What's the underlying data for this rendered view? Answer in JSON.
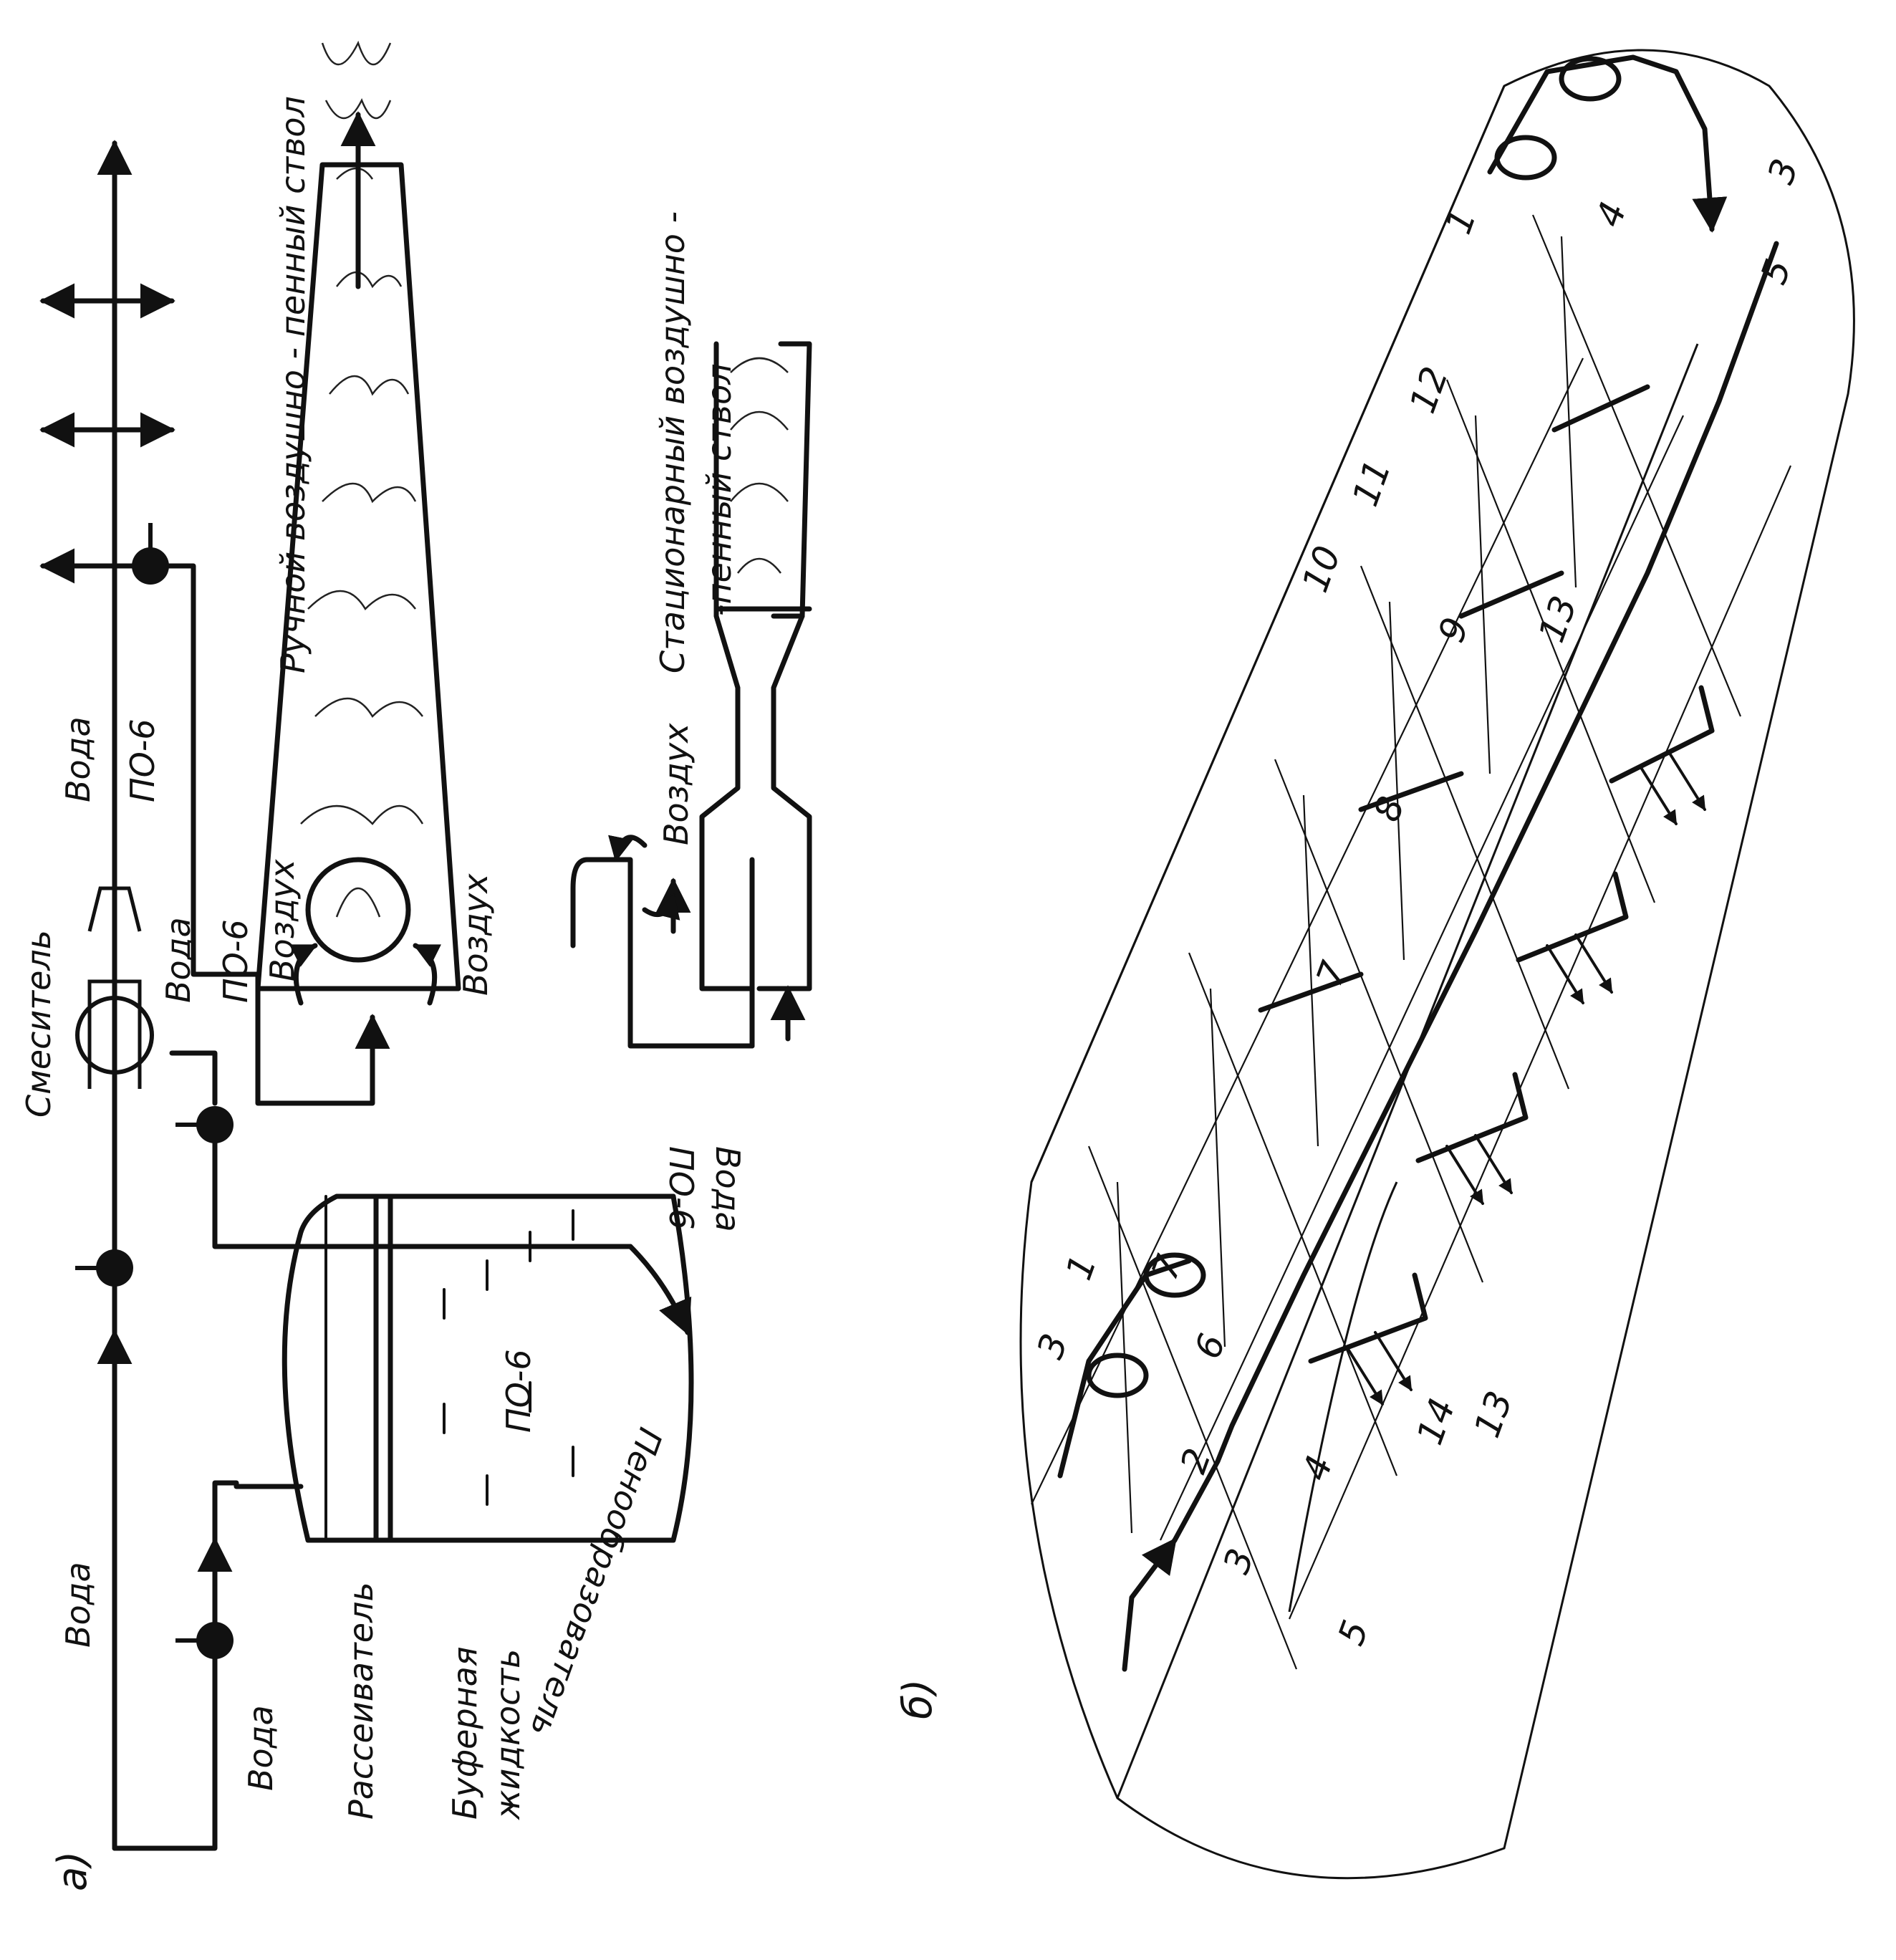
{
  "figure": {
    "panel_a": {
      "label": "а)",
      "water_main": "Вода",
      "water_branch": "Вода",
      "mixer": "Смеситель",
      "water_after_mixer": "Вода",
      "po6_after_mixer": "ПО-6",
      "sprayer": "Рассеиватель",
      "buffer_liquid_line1": "Буферная",
      "buffer_liquid_line2": "жидкость",
      "tank_content": "ПО-6",
      "foam_agent": "Пенообразователь",
      "hand_water": "Вода",
      "hand_po6": "ПО-6",
      "hand_air_1": "Воздух",
      "hand_air_2": "Воздух",
      "hand_nozzle": "Ручной воздушно - пенный ствол",
      "stat_air": "Воздух",
      "stat_water": "Вода",
      "stat_po6": "ПО-6",
      "stat_nozzle_line1": "Стационарный воздушно -",
      "stat_nozzle_line2": "-пенный ствол"
    },
    "panel_b": {
      "label": "б)",
      "callouts_bow": [
        "1",
        "2",
        "3",
        "3",
        "4",
        "5",
        "6",
        "7",
        "7",
        "13",
        "14"
      ],
      "callouts_mid": [
        "8",
        "9",
        "10",
        "11",
        "12",
        "13"
      ],
      "callouts_stern": [
        "1",
        "3",
        "4",
        "5"
      ]
    }
  }
}
